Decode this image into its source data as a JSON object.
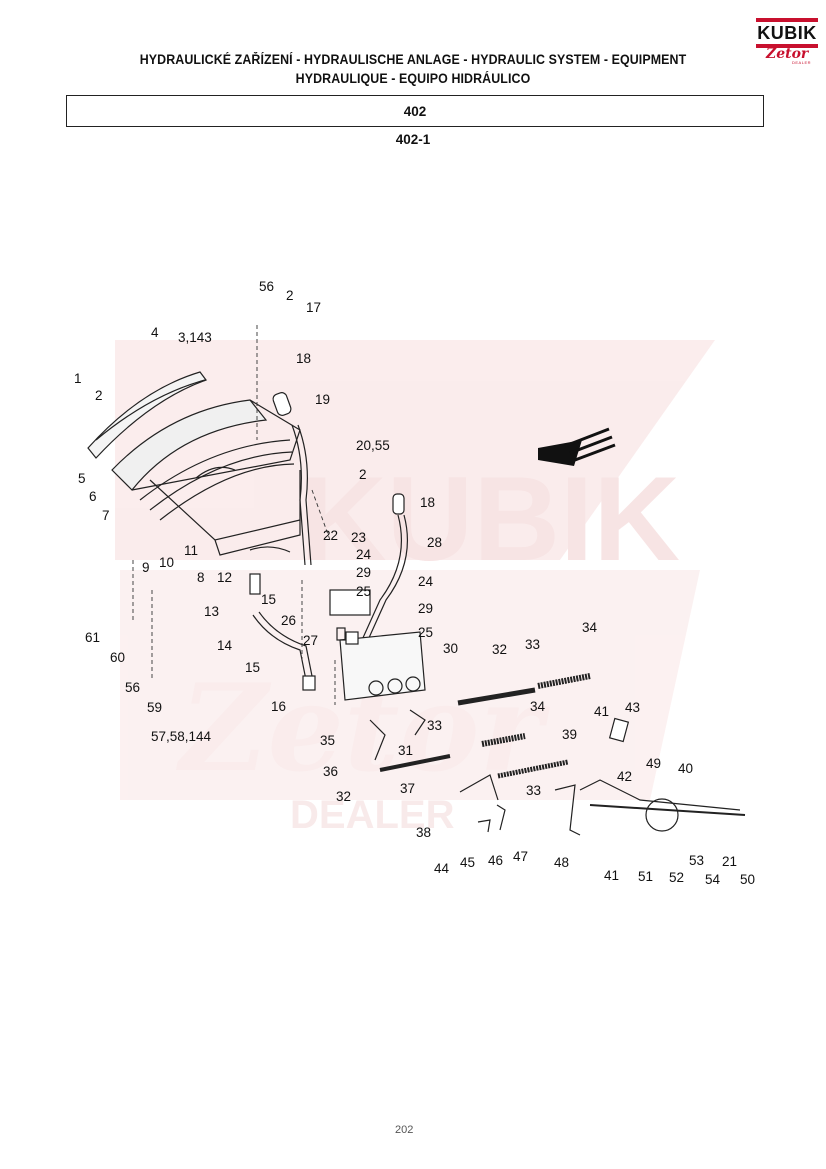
{
  "header": {
    "title_line1": "HYDRAULICKÉ ZAŘÍZENÍ - HYDRAULISCHE ANLAGE - HYDRAULIC SYSTEM - EQUIPMENT",
    "title_line2": "HYDRAULIQUE - EQUIPO HIDRÁULICO",
    "section": "402",
    "figure": "402-1"
  },
  "logo": {
    "brand": "KUBIK",
    "sub": "Zetor",
    "dealer": "DEALER",
    "colors": {
      "accent": "#c8102e",
      "watermark": "#f6dada"
    }
  },
  "callouts": [
    "1",
    "2",
    "3,143",
    "4",
    "5",
    "6",
    "7",
    "8",
    "9",
    "10",
    "11",
    "12",
    "13",
    "14",
    "15",
    "15",
    "16",
    "17",
    "18",
    "18",
    "19",
    "20,55",
    "2",
    "22",
    "23",
    "24",
    "24",
    "25",
    "25",
    "26",
    "27",
    "28",
    "29",
    "29",
    "30",
    "31",
    "32",
    "32",
    "33",
    "33",
    "33",
    "34",
    "34",
    "35",
    "36",
    "37",
    "38",
    "39",
    "40",
    "41",
    "41",
    "42",
    "43",
    "44",
    "45",
    "46",
    "47",
    "48",
    "49",
    "50",
    "51",
    "52",
    "53",
    "54",
    "21",
    "56",
    "56",
    "2",
    "57,58,144",
    "59",
    "60",
    "61"
  ],
  "page_number": "202"
}
